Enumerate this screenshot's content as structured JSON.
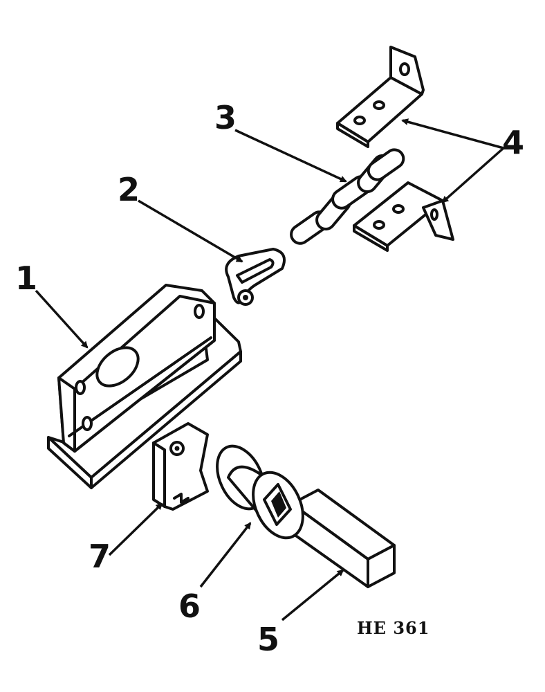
{
  "diagram": {
    "callouts": [
      {
        "id": "1",
        "label": "1"
      },
      {
        "id": "2",
        "label": "2"
      },
      {
        "id": "3",
        "label": "3"
      },
      {
        "id": "4",
        "label": "4"
      },
      {
        "id": "5",
        "label": "5"
      },
      {
        "id": "6",
        "label": "6"
      },
      {
        "id": "7",
        "label": "7"
      }
    ],
    "figure_code": "HE 361"
  }
}
